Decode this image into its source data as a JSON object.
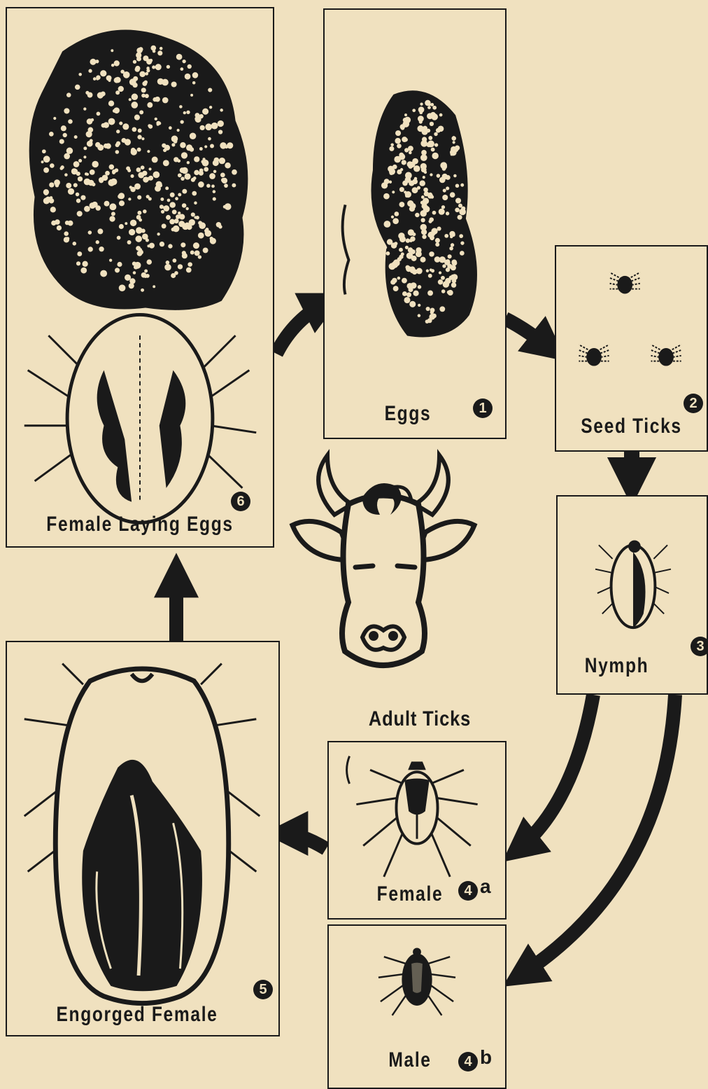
{
  "colors": {
    "background": "#f0e1bf",
    "ink": "#1a1a1a"
  },
  "stages": {
    "eggs": {
      "label": "Eggs",
      "number": "1"
    },
    "seed_ticks": {
      "label": "Seed Ticks",
      "number": "2"
    },
    "nymph": {
      "label": "Nymph",
      "number": "3"
    },
    "female": {
      "label": "Female",
      "number": "4",
      "suffix": "a"
    },
    "male": {
      "label": "Male",
      "number": "4",
      "suffix": "b"
    },
    "engorged_female": {
      "label": "Engorged Female",
      "number": "5"
    },
    "female_laying_eggs": {
      "label": "Female Laying Eggs",
      "number": "6"
    }
  },
  "center_label": "Adult Ticks"
}
